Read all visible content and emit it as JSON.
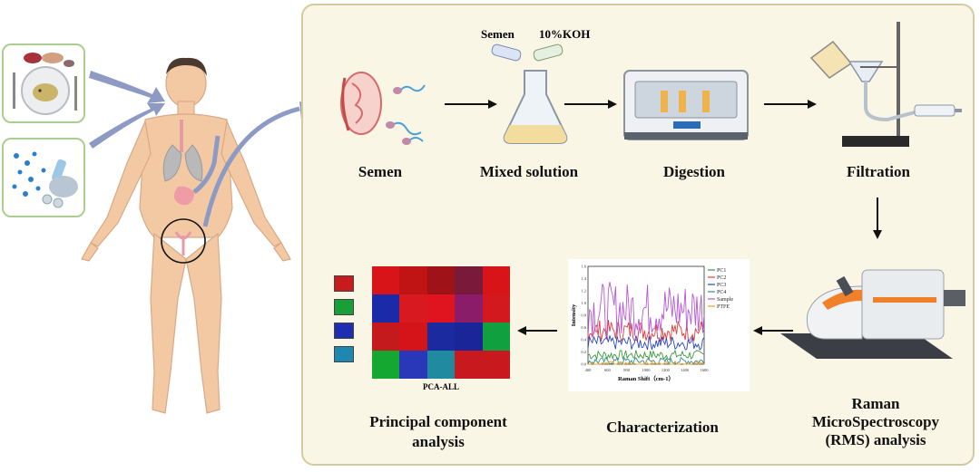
{
  "labels": {
    "semen": "Semen",
    "mixed_solution": "Mixed solution",
    "digestion": "Digestion",
    "filtration": "Filtration",
    "rms_line1": "Raman",
    "rms_line2": "MicroSpectroscopy",
    "rms_line3": "(RMS) analysis",
    "characterization": "Characterization",
    "pca_line1": "Principal component",
    "pca_line2": "analysis"
  },
  "reagents": {
    "semen_tube": "Semen",
    "koh_tube": "10%KOH"
  },
  "spectrum": {
    "ylabel": "Intensity",
    "xlabel": "Raman Shift（cm-1）",
    "xticks": [
      "400",
      "600",
      "800",
      "1000",
      "1200",
      "1400",
      "1600"
    ],
    "yticks": [
      "0.0",
      "0.2",
      "0.4",
      "0.6",
      "0.8",
      "1.0",
      "1.2",
      "1.4",
      "1.6"
    ],
    "legend": [
      {
        "name": "PC1",
        "color": "#3a9a3a"
      },
      {
        "name": "PC2",
        "color": "#e23b3b"
      },
      {
        "name": "PC3",
        "color": "#2846c8"
      },
      {
        "name": "PC4",
        "color": "#2f8f8f"
      },
      {
        "name": "Sample",
        "color": "#b657d6"
      },
      {
        "name": "PTFE",
        "color": "#f0a020"
      }
    ]
  },
  "pca": {
    "caption": "PCA-ALL",
    "grid": [
      [
        "#d81418",
        "#c01414",
        "#9e1218",
        "#7a1a3a",
        "#d91418"
      ],
      [
        "#1a2aa8",
        "#d81a20",
        "#e0141e",
        "#8a1c6a",
        "#d21a1e"
      ],
      [
        "#c41a1e",
        "#d41418",
        "#1c2aa0",
        "#1a2698",
        "#10a040"
      ],
      [
        "#15a830",
        "#2838b8",
        "#1f8aa0",
        "#c81a1e",
        "#c81a1e"
      ]
    ],
    "chips": [
      "#c81c1c",
      "#18a038",
      "#1d2fb0",
      "#1e88b0"
    ]
  },
  "colors": {
    "panel_bg": "#f9f6e6",
    "panel_border": "#d2cba1",
    "input_border": "#a9cf8e",
    "body_skin": "#f3c9a4",
    "arrow_blue": "#8d9ac3"
  }
}
